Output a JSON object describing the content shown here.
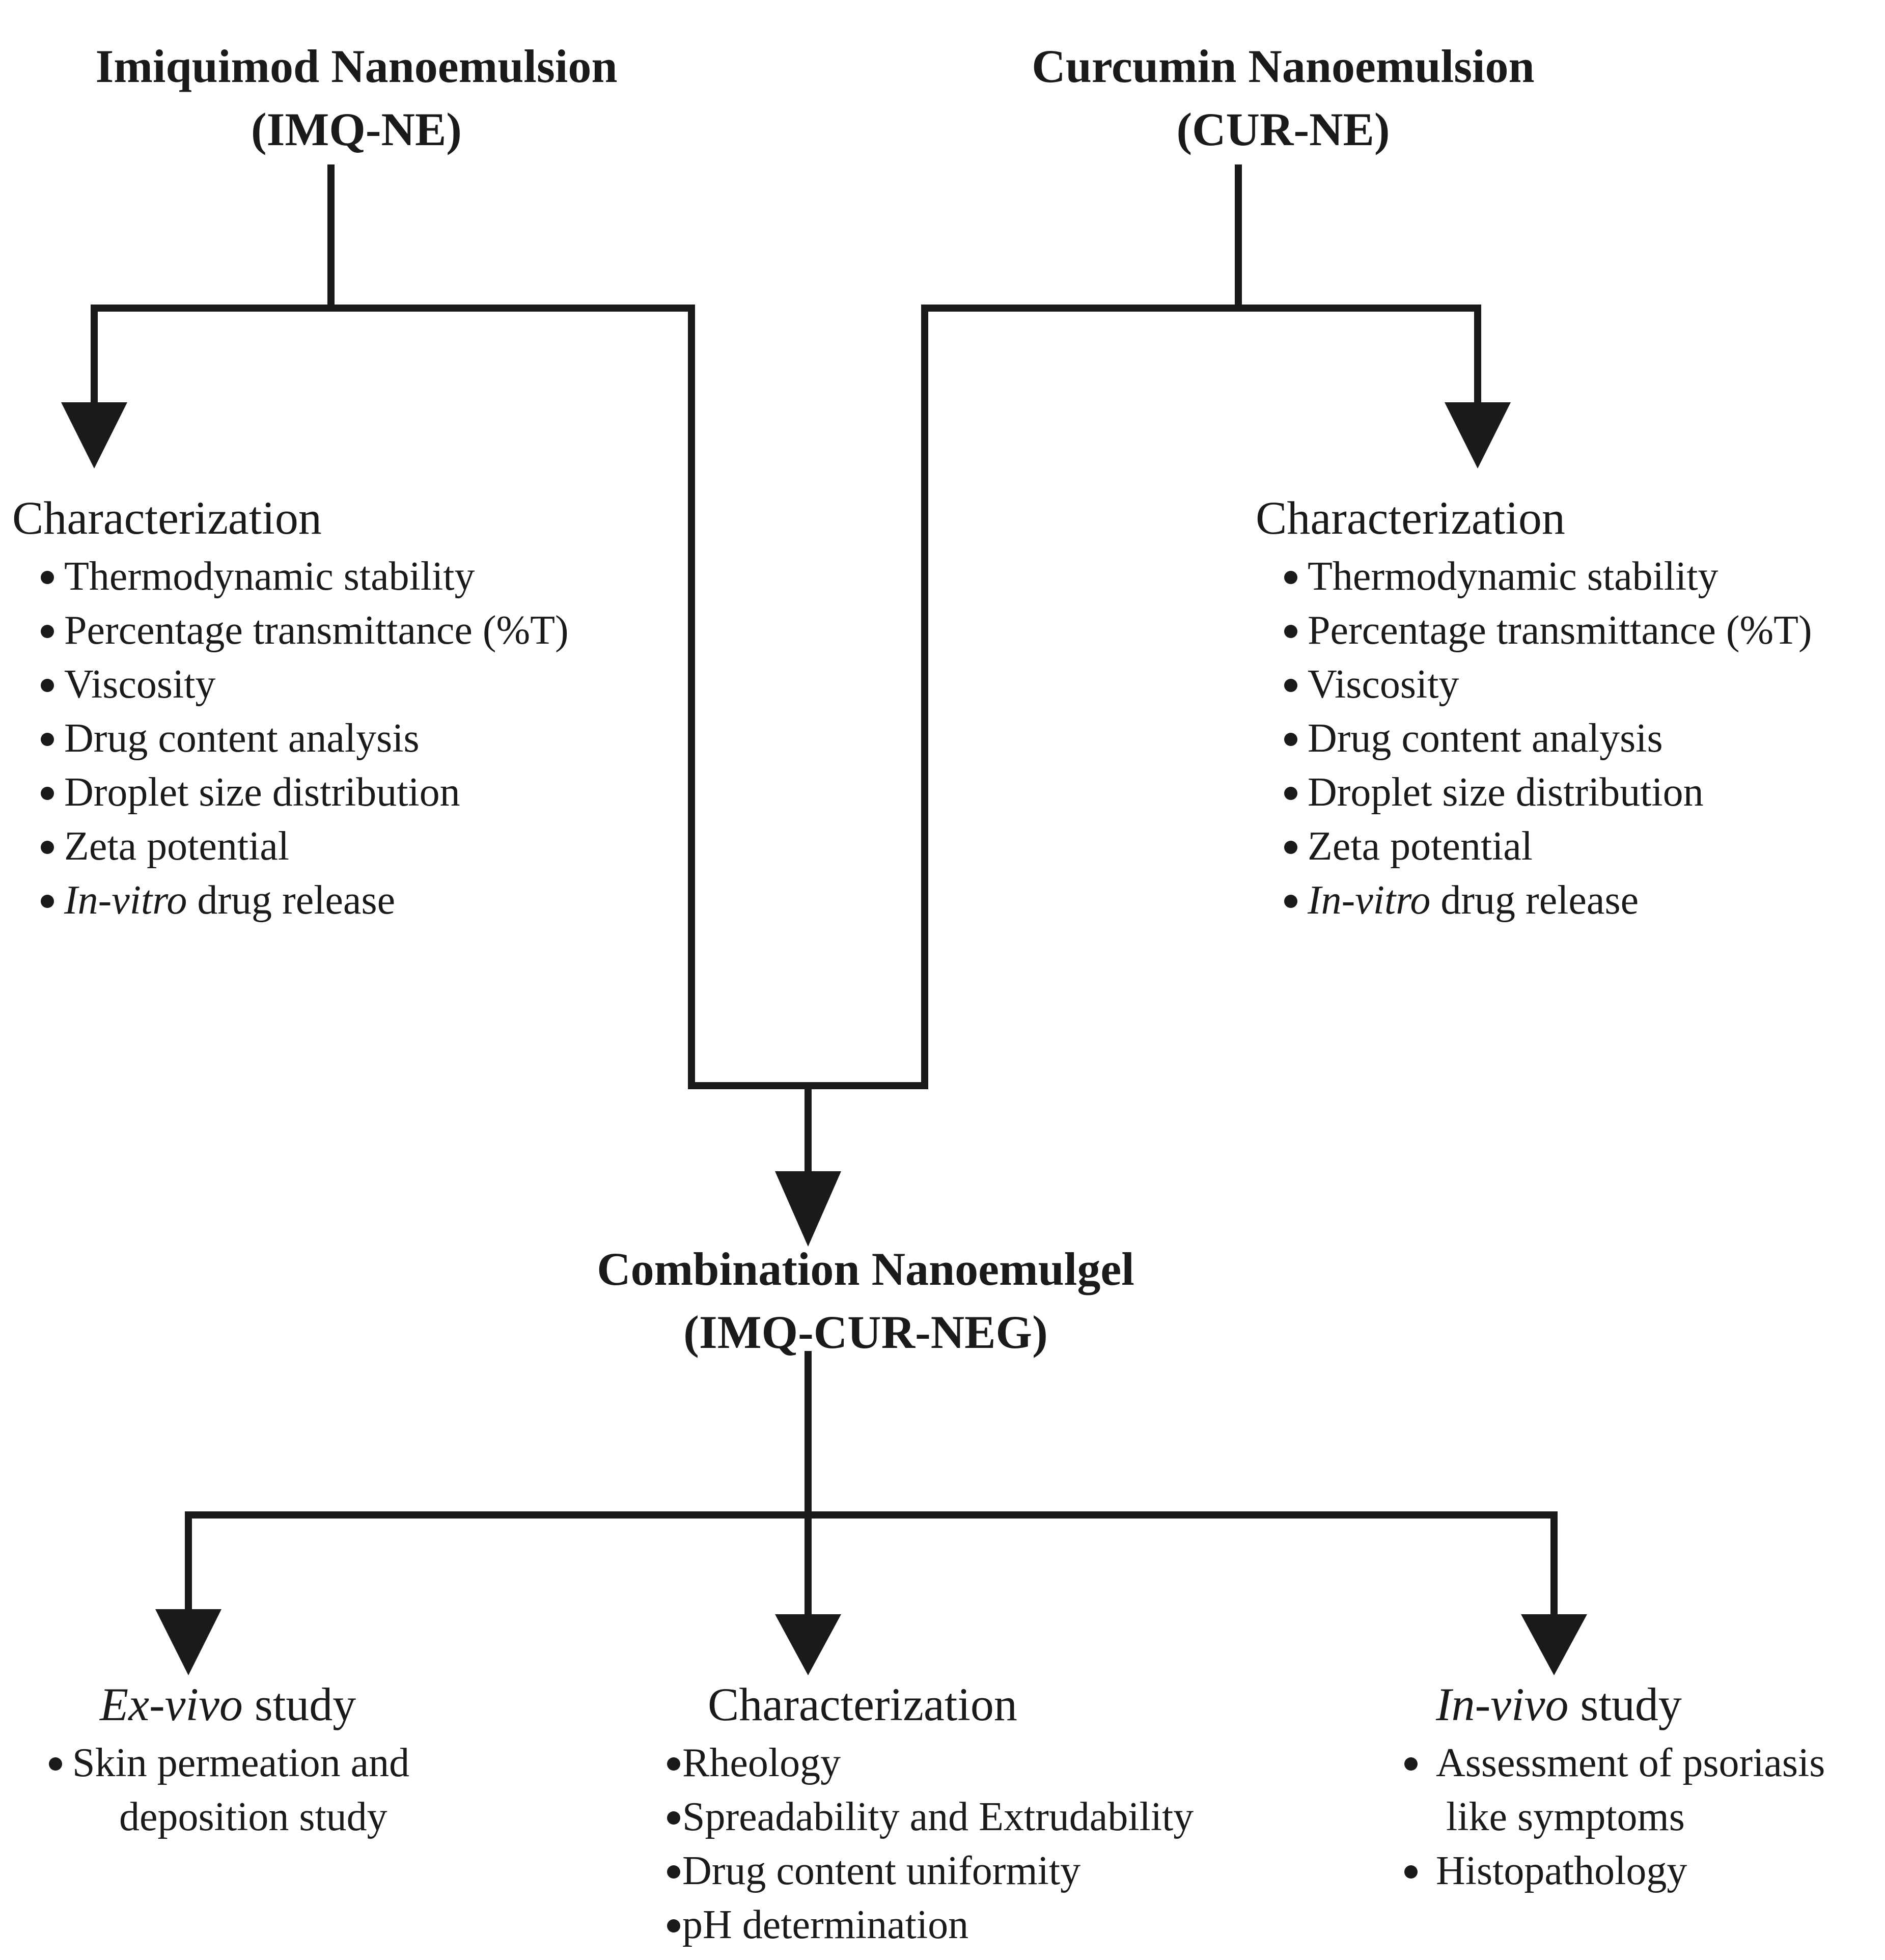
{
  "imq": {
    "title": "Imiquimod Nanoemulsion",
    "abbr": "(IMQ-NE)",
    "heading": "Characterization",
    "items": [
      "Thermodynamic stability",
      "Percentage transmittance (%T)",
      "Viscosity",
      "Drug content analysis",
      "Droplet size distribution",
      "Zeta potential"
    ],
    "release_italic": "In-vitro",
    "release_rest": " drug release"
  },
  "cur": {
    "title": "Curcumin Nanoemulsion",
    "abbr": "(CUR-NE)",
    "heading": "Characterization",
    "items": [
      "Thermodynamic stability",
      "Percentage transmittance (%T)",
      "Viscosity",
      "Drug content analysis",
      "Droplet size distribution",
      "Zeta potential"
    ],
    "release_italic": "In-vitro",
    "release_rest": " drug release"
  },
  "combo": {
    "title": "Combination Nanoemulgel",
    "abbr": "(IMQ-CUR-NEG)"
  },
  "exvivo": {
    "heading_italic": "Ex-vivo",
    "heading_rest": " study",
    "item_line1": "Skin permeation and",
    "item_line2": "deposition study"
  },
  "char": {
    "heading": "Characterization",
    "items": [
      "Rheology",
      "Spreadability and Extrudability",
      "Drug content uniformity",
      "pH determination"
    ]
  },
  "invivo": {
    "heading_italic": "In-vivo",
    "heading_rest": " study",
    "item1_line1": "Assessment of psoriasis",
    "item1_line2": "like symptoms",
    "item2": "Histopathology"
  }
}
